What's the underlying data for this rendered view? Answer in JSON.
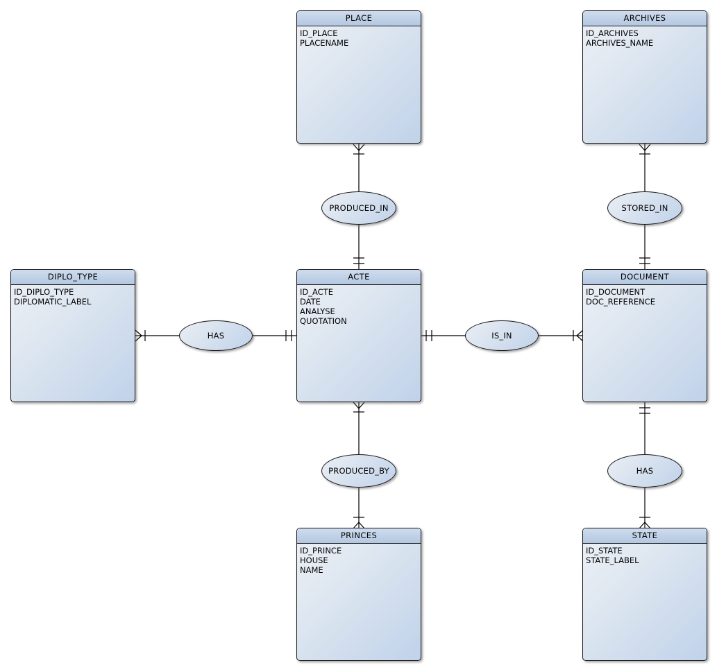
{
  "diagram": {
    "type": "entity-relationship-diagram",
    "colors": {
      "entity_header_top": "#cfdcee",
      "entity_header_bottom": "#b3c8e1",
      "entity_body_light": "#eef1f6",
      "entity_body_dark": "#c0d2ea",
      "shape_border": "#161616",
      "connector_line": "#000000",
      "background": "#ffffff"
    },
    "entities": [
      {
        "name": "PLACE",
        "attributes": [
          "ID_PLACE",
          "PLACENAME"
        ]
      },
      {
        "name": "ARCHIVES",
        "attributes": [
          "ID_ARCHIVES",
          "ARCHIVES_NAME"
        ]
      },
      {
        "name": "DIPLO_TYPE",
        "attributes": [
          "ID_DIPLO_TYPE",
          "DIPLOMATIC_LABEL"
        ]
      },
      {
        "name": "ACTE",
        "attributes": [
          "ID_ACTE",
          "DATE",
          "ANALYSE",
          "QUOTATION"
        ]
      },
      {
        "name": "DOCUMENT",
        "attributes": [
          "ID_DOCUMENT",
          "DOC_REFERENCE"
        ]
      },
      {
        "name": "PRINCES",
        "attributes": [
          "ID_PRINCE",
          "HOUSE",
          "NAME"
        ]
      },
      {
        "name": "STATE",
        "attributes": [
          "ID_STATE",
          "STATE_LABEL"
        ]
      }
    ],
    "relationships": [
      {
        "label": "PRODUCED_IN",
        "between": [
          "PLACE",
          "ACTE"
        ],
        "notation": {
          "PLACE": "one-or-many (crow-foot + bar)",
          "ACTE": "exactly-one (double bar)"
        }
      },
      {
        "label": "STORED_IN",
        "between": [
          "ARCHIVES",
          "DOCUMENT"
        ],
        "notation": {
          "ARCHIVES": "one-or-many (crow-foot + bar)",
          "DOCUMENT": "exactly-one (double bar)"
        }
      },
      {
        "label": "HAS",
        "between": [
          "DIPLO_TYPE",
          "ACTE"
        ],
        "notation": {
          "DIPLO_TYPE": "one-or-many (crow-foot + bar)",
          "ACTE": "exactly-one (double bar)"
        }
      },
      {
        "label": "IS_IN",
        "between": [
          "ACTE",
          "DOCUMENT"
        ],
        "notation": {
          "ACTE": "exactly-one (double bar)",
          "DOCUMENT": "one-or-many (crow-foot + bar)"
        }
      },
      {
        "label": "PRODUCED_BY",
        "between": [
          "ACTE",
          "PRINCES"
        ],
        "notation": {
          "ACTE": "one-or-many (crow-foot + bar)",
          "PRINCES": "one-or-many (bar + crow-foot)"
        }
      },
      {
        "label": "HAS",
        "between": [
          "DOCUMENT",
          "STATE"
        ],
        "notation": {
          "DOCUMENT": "exactly-one (double bar)",
          "STATE": "one-or-many (bar + crow-foot)"
        }
      }
    ]
  }
}
